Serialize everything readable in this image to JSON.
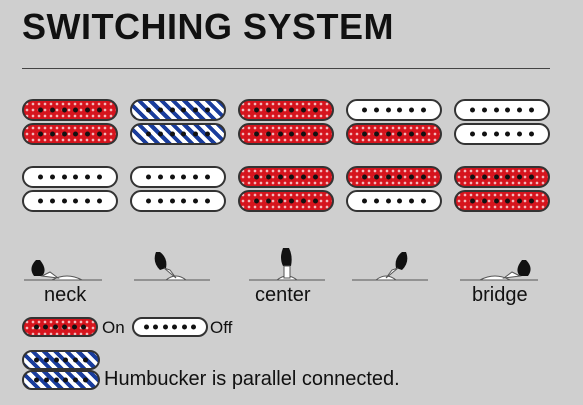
{
  "title": "SWITCHING SYSTEM",
  "positions": [
    "neck",
    "center",
    "bridge"
  ],
  "legend": {
    "on_label": "On",
    "off_label": "Off",
    "parallel_label": "Humbucker is parallel connected."
  },
  "colors": {
    "on": "#d6141d",
    "off": "#ffffff",
    "parallel": "#1a3d9c",
    "background": "#cfcfcf"
  },
  "pickup_states": [
    [
      [
        "on",
        "on"
      ],
      [
        "par",
        "par"
      ],
      [
        "on",
        "on"
      ],
      [
        "off",
        "on"
      ],
      [
        "off",
        "off"
      ]
    ],
    [
      [
        "off",
        "off"
      ],
      [
        "off",
        "off"
      ],
      [
        "on",
        "on"
      ],
      [
        "on",
        "off"
      ],
      [
        "on",
        "on"
      ]
    ]
  ]
}
